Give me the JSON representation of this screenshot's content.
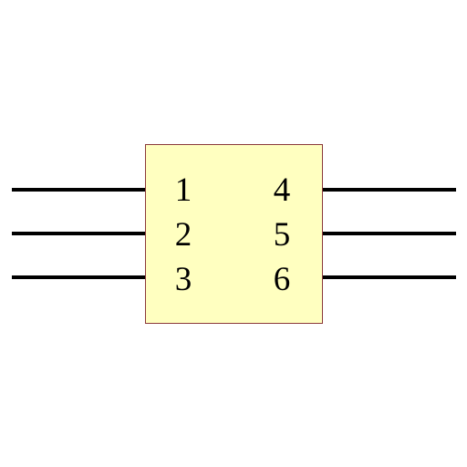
{
  "chip": {
    "body_color": "#ffffc0",
    "border_color": "#8b3a3a",
    "lead_color": "#000000"
  },
  "pins": {
    "left": [
      {
        "label": "1"
      },
      {
        "label": "2"
      },
      {
        "label": "3"
      }
    ],
    "right": [
      {
        "label": "4"
      },
      {
        "label": "5"
      },
      {
        "label": "6"
      }
    ]
  }
}
